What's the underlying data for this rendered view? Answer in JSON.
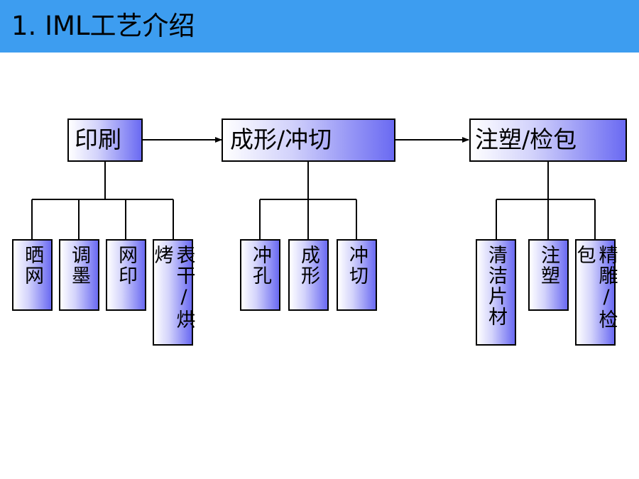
{
  "header": {
    "title": "1. IML工艺介绍",
    "background_color": "#3d9df0"
  },
  "flow": {
    "stages": [
      {
        "label": "印刷",
        "steps": [
          "晒网",
          "调墨",
          "网印",
          "表干/烘烤"
        ]
      },
      {
        "label": "成形/冲切",
        "steps": [
          "冲孔",
          "成形",
          "冲切"
        ]
      },
      {
        "label": "注塑/检包",
        "steps": [
          "清洁片材",
          "注塑",
          "精雕/检包"
        ]
      }
    ]
  },
  "colors": {
    "box_gradient_light": "#ffffff",
    "box_gradient_dark": "#6a6af2",
    "line": "#000000"
  }
}
